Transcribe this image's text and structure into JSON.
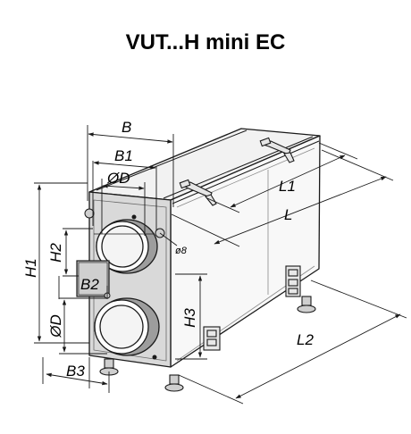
{
  "title": "VUT...H mini EC",
  "dimensions": {
    "B": "B",
    "B1": "B1",
    "D_top": "ØD",
    "D_bottom": "ØD",
    "L1": "L1",
    "L": "L",
    "L2": "L2",
    "H1": "H1",
    "H2": "H2",
    "H3": "H3",
    "B2": "B2",
    "B3": "B3",
    "hole": "ø8"
  },
  "colors": {
    "line": "#1a1a1a",
    "front_face": "#d6d6d6",
    "side_face": "#f7f7f7",
    "top_face": "#f2f2f2",
    "collar": "#9a9a9a"
  }
}
